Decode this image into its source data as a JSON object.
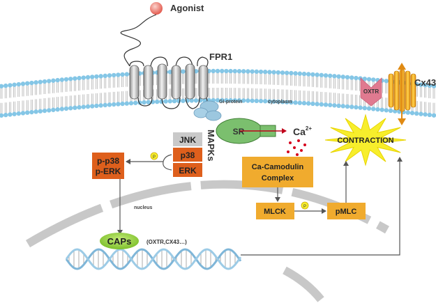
{
  "labels": {
    "agonist": "Agonist",
    "fpr1": "FPR1",
    "gi_protein": "Gi-protein",
    "cytoplasm": "cytoplasm",
    "oxtr": "OXTR",
    "cx43": "Cx43",
    "sr": "SR",
    "ca_base": "Ca",
    "ca_sup": "2+",
    "contraction": "CONTRACTION",
    "mapks": "MAPKs",
    "jnk": "JNK",
    "p38": "p38",
    "erk": "ERK",
    "pp38": "p-p38",
    "perk": "p-ERK",
    "phospho": "P",
    "nucleus": "nucleus",
    "ca_camodulin_line1": "Ca-Camodulin",
    "ca_camodulin_line2": "Complex",
    "mlck": "MLCK",
    "pmlc": "pMLC",
    "caps": "CAPs",
    "caps_targets": "(OXTR,CX43…)"
  },
  "colors": {
    "orange_box": "#de5f1c",
    "amber_box": "#f0ab2e",
    "jnk_box": "#c9c9c9",
    "sr_green": "#7bbf6e",
    "caps_green": "#8ccc3a",
    "gi_blue": "#9cc7df",
    "contraction_star": "#f7ee2c",
    "oxtr_pink": "#e07a90",
    "membrane_head": "#84c6e6",
    "nucleus_gray": "#c8c8c8",
    "agonist_red": "#e35a4e",
    "calcium_red": "#d6001c"
  }
}
